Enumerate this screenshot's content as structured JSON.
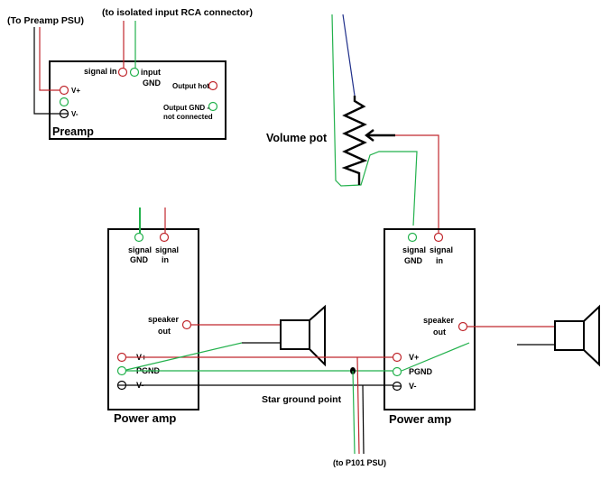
{
  "colors": {
    "signal": "#c0272d",
    "ground": "#22b14c",
    "power": "#000000",
    "pot_wiper_line": "#1f2f8a"
  },
  "labels": {
    "preamp_psu": "(To Preamp PSU)",
    "isolated_rca": "(to isolated input RCA connector)",
    "preamp_signal_in": "signal in",
    "preamp_input_gnd_1": "input",
    "preamp_input_gnd_2": "GND",
    "preamp_output_hot": "Output hot",
    "preamp_output_gnd_1": "Output GND -",
    "preamp_output_gnd_2": "not connected",
    "preamp_vplus": "V+",
    "preamp_vminus": "V-",
    "preamp_title": "Preamp",
    "volume_pot": "Volume pot",
    "amp_signal_gnd_1": "signal",
    "amp_signal_gnd_2": "GND",
    "amp_signal_in_1": "signal",
    "amp_signal_in_2": "in",
    "amp_speaker_out_1": "speaker",
    "amp_speaker_out_2": "out",
    "amp_vplus": "V+",
    "amp_pgnd": "PGND",
    "amp_vminus": "V-",
    "amp_title": "Power amp",
    "star_ground": "Star ground point",
    "p101_psu": "(to P101 PSU)"
  }
}
